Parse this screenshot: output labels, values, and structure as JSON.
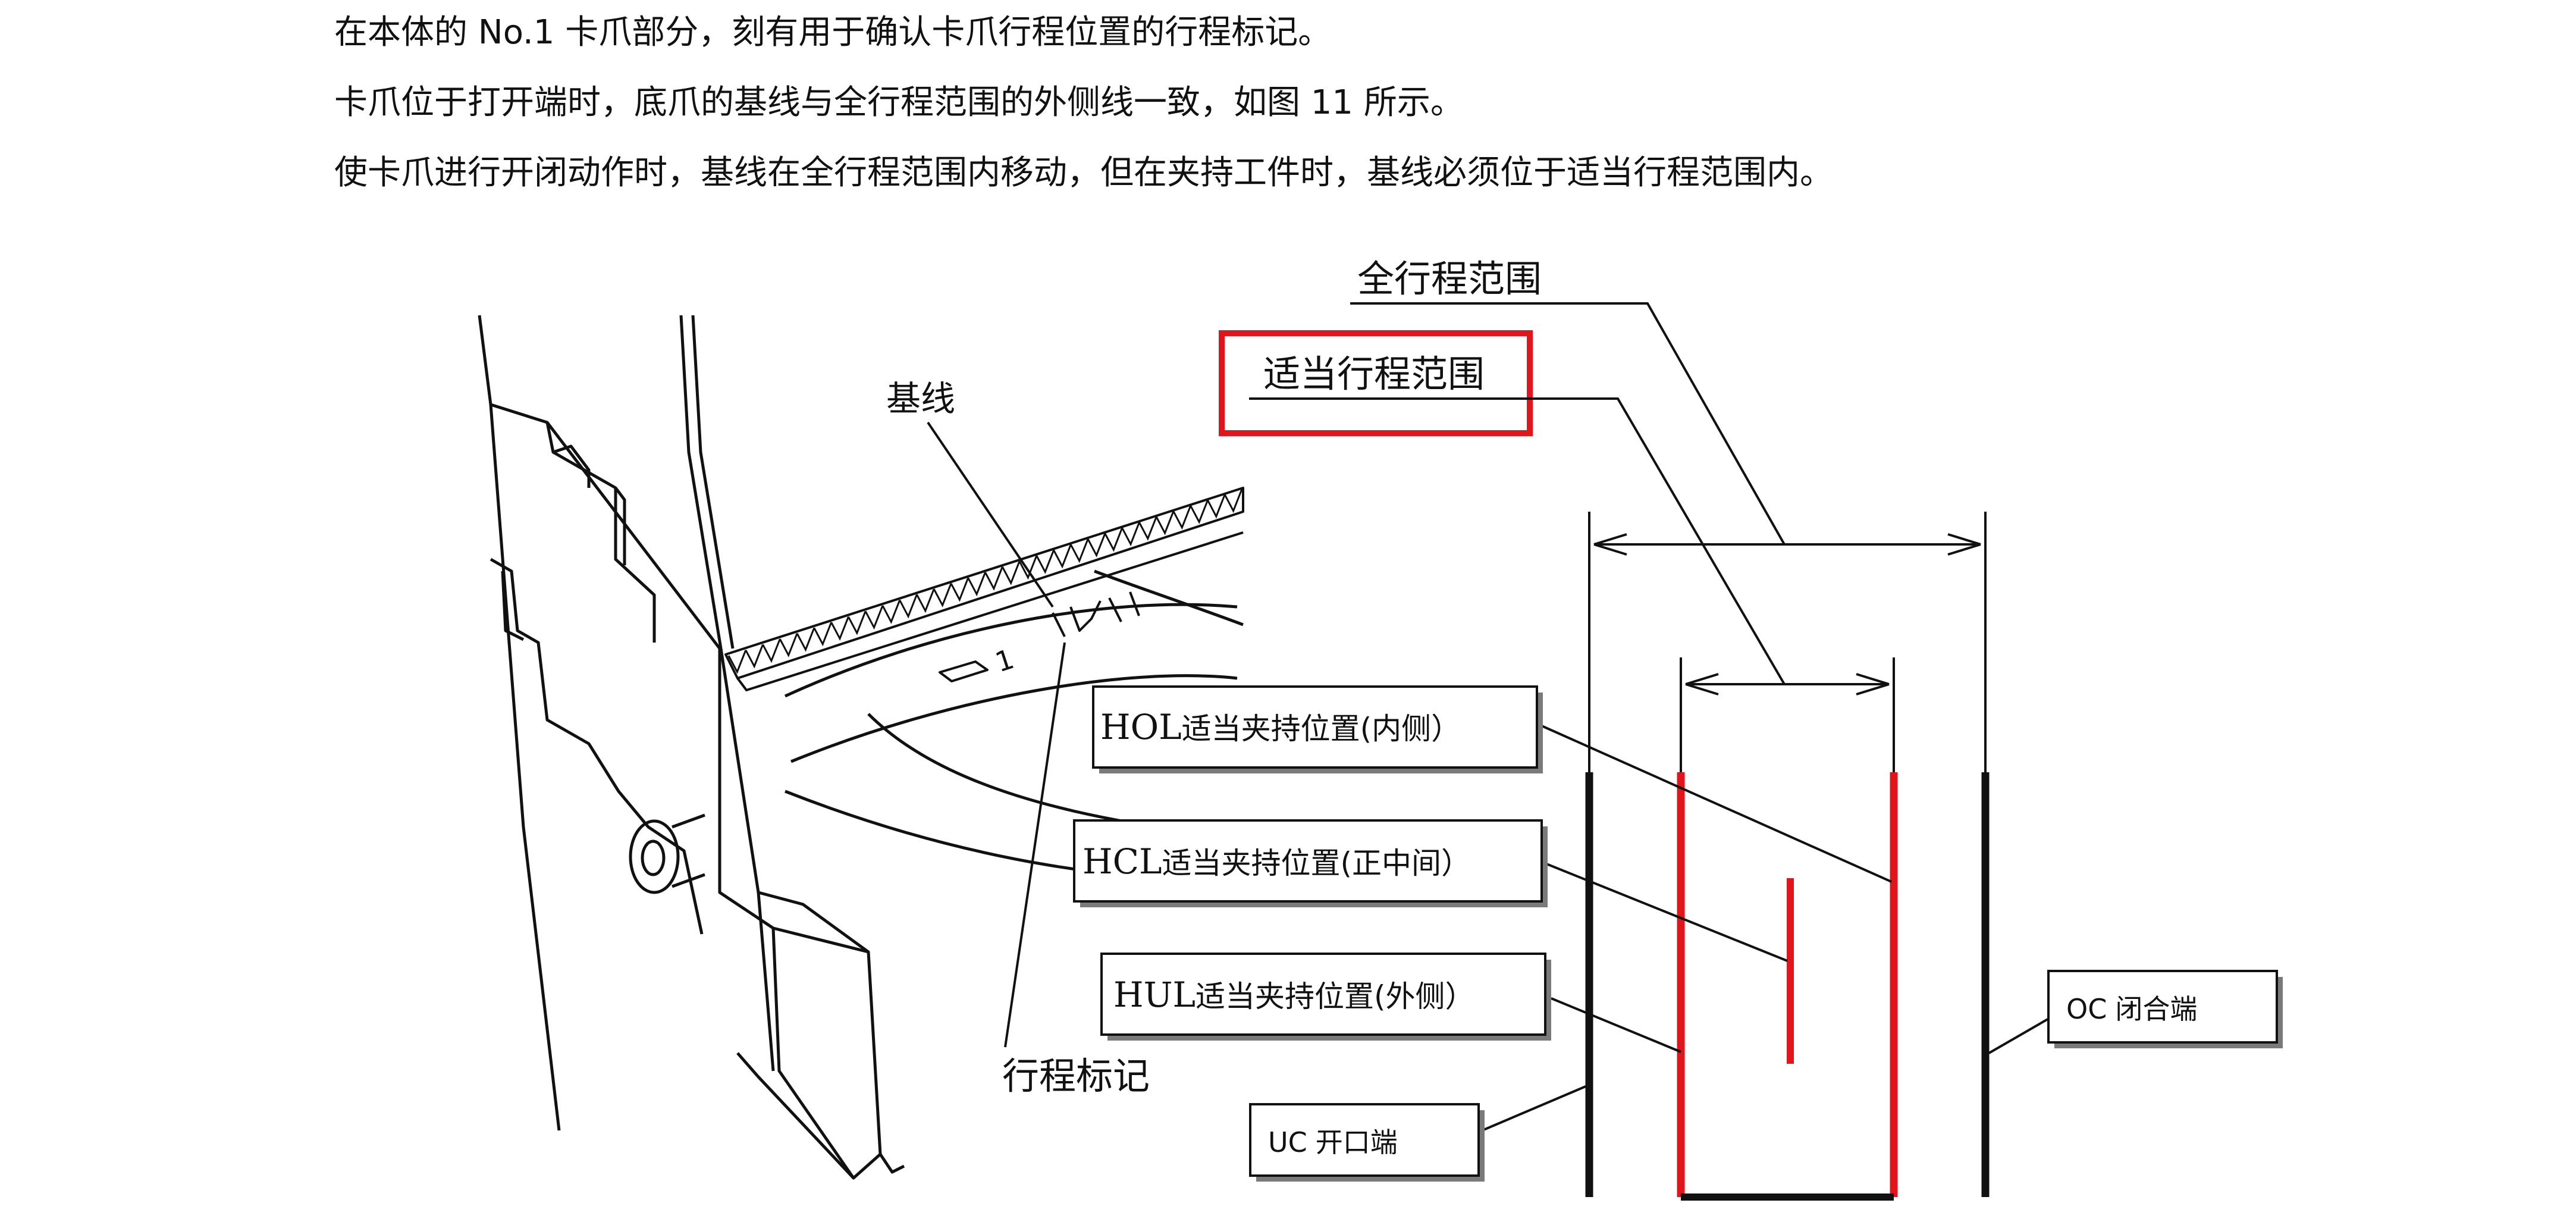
{
  "intro": {
    "line1": "在本体的 No.1 卡爪部分，刻有用于确认卡爪行程位置的行程标记。",
    "line2": "卡爪位于打开端时，底爪的基线与全行程范围的外侧线一致，如图 11 所示。",
    "line3": "使卡爪进行开闭动作时，基线在全行程范围内移动，但在夹持工件时，基线必须位于适当行程范围内。"
  },
  "figure": {
    "jaw": {
      "baseline_label": "基线",
      "stroke_mark_label": "行程标记",
      "jaw_number": "1"
    },
    "range": {
      "full_stroke_label": "全行程范围",
      "proper_stroke_label": "适当行程范围",
      "highlight_color": "#e0161c"
    },
    "callouts": {
      "hol": {
        "code": "HOL",
        "text": "适当夹持位置(内侧）"
      },
      "hcl": {
        "code": "HCL",
        "text": "适当夹持位置(正中间）"
      },
      "hul": {
        "code": "HUL",
        "text": "适当夹持位置(外侧）"
      },
      "uc": {
        "code": "UC",
        "text": "开口端"
      },
      "oc": {
        "code": "OC",
        "text": "闭合端"
      }
    }
  }
}
